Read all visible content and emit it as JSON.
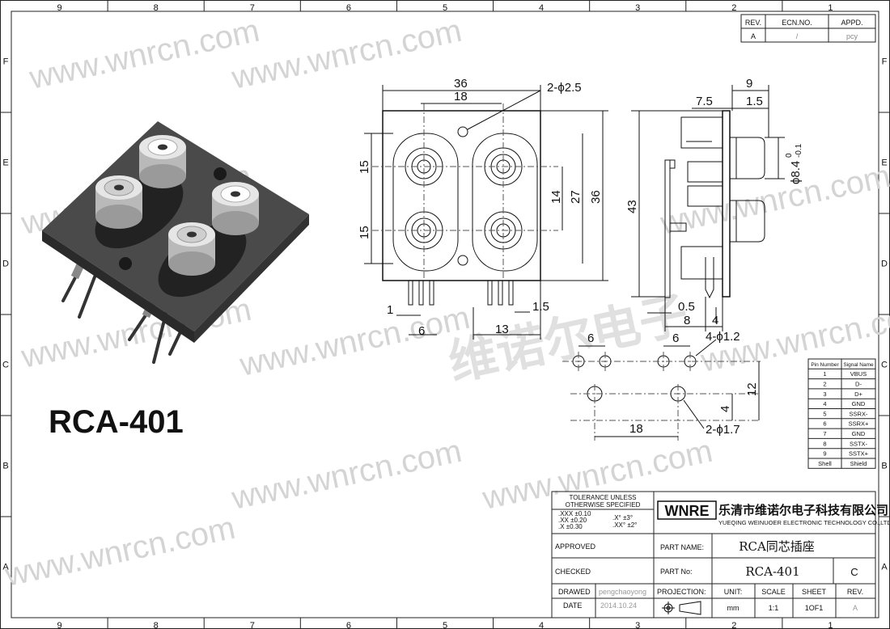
{
  "frame": {
    "col_numbers": [
      "9",
      "8",
      "7",
      "6",
      "5",
      "4",
      "3",
      "2",
      "1"
    ],
    "row_letters": [
      "F",
      "E",
      "D",
      "C",
      "B",
      "A"
    ]
  },
  "revision_table": {
    "headers": [
      "REV.",
      "ECN.NO.",
      "APPD."
    ],
    "row": [
      "A",
      "/",
      "pcy"
    ]
  },
  "watermark": {
    "text": "www.wnrcn.com",
    "chinese": "维诺尔电子"
  },
  "product": {
    "model": "RCA-401"
  },
  "front_view": {
    "dims": [
      "36",
      "18",
      "2-ϕ2.5",
      "15",
      "15",
      "14",
      "27",
      "36",
      "1",
      "6",
      "13",
      "1.5"
    ]
  },
  "side_view": {
    "dims": [
      "9",
      "7.5",
      "1.5",
      "43",
      "ϕ8.4",
      "0",
      "-0.1",
      "0.5",
      "8",
      "4"
    ]
  },
  "pcb_layout": {
    "dims": [
      "6",
      "6",
      "4-ϕ1.2",
      "12",
      "4",
      "18",
      "2-ϕ1.7"
    ]
  },
  "pin_table": {
    "headers": [
      "Pin Number",
      "Signal Name"
    ],
    "rows": [
      [
        "1",
        "VBUS"
      ],
      [
        "2",
        "D-"
      ],
      [
        "3",
        "D+"
      ],
      [
        "4",
        "GND"
      ],
      [
        "5",
        "SSRX-"
      ],
      [
        "6",
        "SSRX+"
      ],
      [
        "7",
        "GND"
      ],
      [
        "8",
        "SSTX-"
      ],
      [
        "9",
        "SSTX+"
      ],
      [
        "Shell",
        "Shield"
      ]
    ]
  },
  "title_block": {
    "tolerance_title": "TOLERANCE UNLESS",
    "tolerance_subtitle": "OTHERWISE SPECIFIED",
    "tolerances": [
      ".XXX  ±0.10",
      ".XX   ±0.20",
      ".X    ±0.30"
    ],
    "angle_tolerances": [
      ".X°   ±3°",
      ".XX°  ±2°"
    ],
    "logo": "WNRE",
    "company_cn": "乐清市维诺尔电子科技有限公司",
    "company_en": "YUEQING WEINUOER ELECTRONIC TECHNOLOGY CO.,LTD.",
    "approved_label": "APPROVED",
    "checked_label": "CHECKED",
    "drawed_label": "DRAWED",
    "drawed_value": "pengchaoyong",
    "date_label": "DATE",
    "date_value": "2014.10.24",
    "part_name_label": "PART NAME:",
    "part_name_value": "RCA同芯插座",
    "part_no_label": "PART  No:",
    "part_no_value": "RCA-401",
    "part_no_suffix": "C",
    "projection_label": "PROJECTION:",
    "unit_label": "UNIT:",
    "unit_value": "mm",
    "scale_label": "SCALE",
    "scale_value": "1:1",
    "sheet_label": "SHEET",
    "sheet_value": "1OF1",
    "rev_label": "REV.",
    "rev_value": "A"
  }
}
